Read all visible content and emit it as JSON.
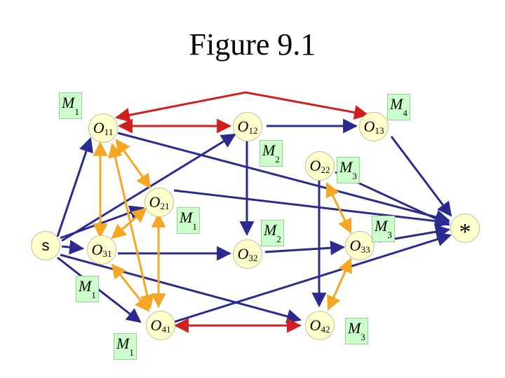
{
  "title": "Figure 9.1",
  "colors": {
    "navy": "#2b2b8f",
    "orange": "#f5a623",
    "red": "#d11f1f",
    "node_fill": "#ffffcc",
    "label_fill": "#ccffcc"
  },
  "nodes": {
    "s": {
      "text": "s"
    },
    "o11": {
      "main": "O",
      "sub": "11"
    },
    "o12": {
      "main": "O",
      "sub": "12"
    },
    "o13": {
      "main": "O",
      "sub": "13"
    },
    "o21": {
      "main": "O",
      "sub": "21"
    },
    "o22": {
      "main": "O",
      "sub": "22"
    },
    "o31": {
      "main": "O",
      "sub": "31"
    },
    "o32": {
      "main": "O",
      "sub": "32"
    },
    "o33": {
      "main": "O",
      "sub": "33"
    },
    "o41": {
      "main": "O",
      "sub": "41"
    },
    "o42": {
      "main": "O",
      "sub": "42"
    },
    "t": {
      "text": "*"
    }
  },
  "machines": [
    {
      "main": "M",
      "sub": "1"
    },
    {
      "main": "M",
      "sub": "4"
    },
    {
      "main": "M",
      "sub": "2"
    },
    {
      "main": "M",
      "sub": "3"
    },
    {
      "main": "M",
      "sub": "1"
    },
    {
      "main": "M",
      "sub": "2"
    },
    {
      "main": "M",
      "sub": "3"
    },
    {
      "main": "M",
      "sub": "1"
    },
    {
      "main": "M",
      "sub": "1"
    },
    {
      "main": "M",
      "sub": "3"
    }
  ]
}
